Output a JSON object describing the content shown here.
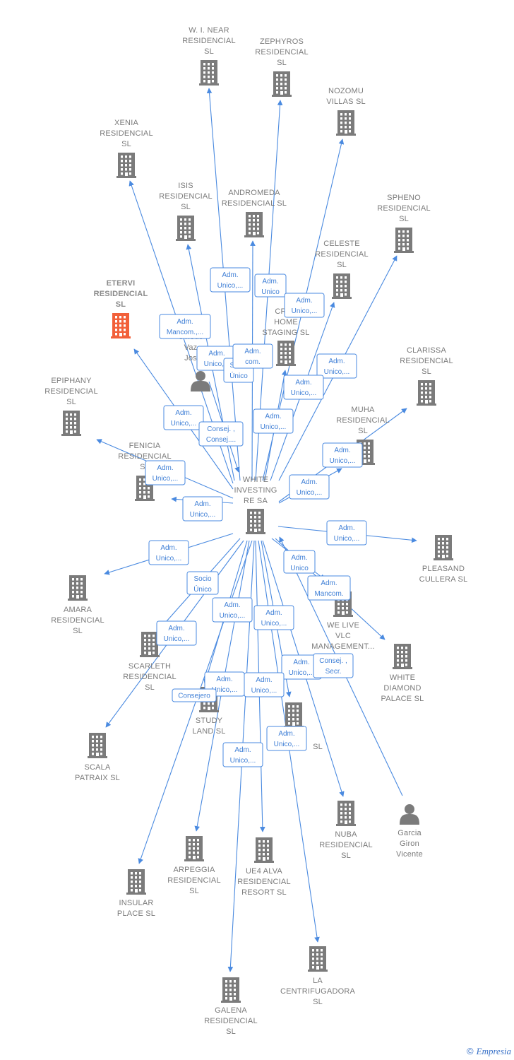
{
  "colors": {
    "edge": "#4a8ae0",
    "building": "#7b7b7b",
    "highlight": "#f2603a",
    "person": "#7b7b7b"
  },
  "center": {
    "id": "white",
    "label": [
      "WHITE",
      "INVESTING",
      "RE SA"
    ]
  },
  "nodes": [
    {
      "id": "near",
      "type": "company",
      "label": [
        "W.  I. NEAR",
        "RESIDENCIAL",
        "SL"
      ]
    },
    {
      "id": "zephyros",
      "type": "company",
      "label": [
        "ZEPHYROS",
        "RESIDENCIAL",
        "SL"
      ]
    },
    {
      "id": "nozomu",
      "type": "company",
      "label": [
        "NOZOMU",
        "VILLAS  SL"
      ]
    },
    {
      "id": "xenia",
      "type": "company",
      "label": [
        "XENIA",
        "RESIDENCIAL",
        "SL"
      ]
    },
    {
      "id": "isis",
      "type": "company",
      "label": [
        "ISIS",
        "RESIDENCIAL",
        "SL"
      ]
    },
    {
      "id": "andromeda",
      "type": "company",
      "label": [
        "ANDROMEDA",
        "RESIDENCIAL SL"
      ]
    },
    {
      "id": "spheno",
      "type": "company",
      "label": [
        "SPHENO",
        "RESIDENCIAL",
        "SL"
      ]
    },
    {
      "id": "celeste",
      "type": "company",
      "label": [
        "CELESTE",
        "RESIDENCIAL",
        "SL"
      ]
    },
    {
      "id": "etervi",
      "type": "company",
      "highlight": true,
      "label": [
        "ETERVI",
        "RESIDENCIAL",
        "SL"
      ]
    },
    {
      "id": "creahome",
      "type": "company",
      "label": [
        "CREA",
        "HOME",
        "STAGING  SL"
      ]
    },
    {
      "id": "oviedo",
      "type": "person",
      "label": [
        "Oviedo",
        "Vaz",
        "Jos"
      ]
    },
    {
      "id": "clarissa",
      "type": "company",
      "label": [
        "CLARISSA",
        "RESIDENCIAL",
        "SL"
      ]
    },
    {
      "id": "epiphany",
      "type": "company",
      "label": [
        "EPIPHANY",
        "RESIDENCIAL",
        "SL"
      ]
    },
    {
      "id": "muha",
      "type": "company",
      "label": [
        "MUHA",
        "RESIDENCIAL",
        "SL"
      ]
    },
    {
      "id": "fenicia",
      "type": "company",
      "label": [
        "FENICIA",
        "RESIDENCIAL",
        "SL"
      ]
    },
    {
      "id": "pleasand",
      "type": "company",
      "label": [
        "PLEASAND",
        "CULLERA  SL"
      ]
    },
    {
      "id": "amara",
      "type": "company",
      "label": [
        "AMARA",
        "RESIDENCIAL",
        "SL"
      ]
    },
    {
      "id": "welive",
      "type": "company",
      "label": [
        "WE LIVE",
        "VLC",
        "MANAGEMENT..."
      ]
    },
    {
      "id": "scarleth",
      "type": "company",
      "label": [
        "SCARLETH",
        "RESIDENCIAL",
        "SL"
      ]
    },
    {
      "id": "whitediamond",
      "type": "company",
      "label": [
        "WHITE",
        "DIAMOND",
        "PALACE  SL"
      ]
    },
    {
      "id": "studyland",
      "type": "company",
      "label": [
        "STUDY",
        "LAND  SL"
      ]
    },
    {
      "id": "sl1",
      "type": "company",
      "label": [
        "SL"
      ]
    },
    {
      "id": "scala",
      "type": "company",
      "label": [
        "SCALA",
        "PATRAIX  SL"
      ]
    },
    {
      "id": "nuba",
      "type": "company",
      "label": [
        "NUBA",
        "RESIDENCIAL",
        "SL"
      ]
    },
    {
      "id": "garcia",
      "type": "person",
      "label": [
        "Garcia",
        "Giron",
        "Vicente"
      ]
    },
    {
      "id": "arpeggia",
      "type": "company",
      "label": [
        "ARPEGGIA",
        "RESIDENCIAL",
        "SL"
      ]
    },
    {
      "id": "ue4",
      "type": "company",
      "label": [
        "UE4 ALVA",
        "RESIDENCIAL",
        "RESORT  SL"
      ]
    },
    {
      "id": "insular",
      "type": "company",
      "label": [
        "INSULAR",
        "PLACE  SL"
      ]
    },
    {
      "id": "centrifugadora",
      "type": "company",
      "label": [
        "LA",
        "CENTRIFUGADORA",
        "SL"
      ]
    },
    {
      "id": "galena",
      "type": "company",
      "label": [
        "GALENA",
        "RESIDENCIAL",
        "SL"
      ]
    }
  ],
  "edges": [
    {
      "to": "near"
    },
    {
      "to": "zephyros"
    },
    {
      "to": "nozomu"
    },
    {
      "to": "xenia"
    },
    {
      "to": "isis"
    },
    {
      "to": "andromeda"
    },
    {
      "to": "spheno"
    },
    {
      "to": "celeste"
    },
    {
      "to": "etervi"
    },
    {
      "to": "creahome"
    },
    {
      "to": "clarissa"
    },
    {
      "to": "epiphany"
    },
    {
      "to": "muha"
    },
    {
      "to": "fenicia"
    },
    {
      "to": "pleasand"
    },
    {
      "to": "amara"
    },
    {
      "to": "welive"
    },
    {
      "to": "scarleth"
    },
    {
      "to": "whitediamond"
    },
    {
      "to": "studyland"
    },
    {
      "to": "sl1"
    },
    {
      "to": "scala"
    },
    {
      "to": "nuba"
    },
    {
      "to": "arpeggia"
    },
    {
      "to": "ue4"
    },
    {
      "to": "insular"
    },
    {
      "to": "centrifugadora"
    },
    {
      "to": "galena"
    },
    {
      "from": "oviedo"
    },
    {
      "from": "garcia"
    }
  ],
  "relation_labels": [
    {
      "text": [
        "Adm.",
        "Unico,..."
      ]
    },
    {
      "text": [
        "Adm.",
        "Unico"
      ]
    },
    {
      "text": [
        "Adm.",
        "Unico,..."
      ]
    },
    {
      "text": [
        "Adm.",
        "Mancom.,..."
      ]
    },
    {
      "text": [
        "Adm.",
        "Unico,..."
      ]
    },
    {
      "text": [
        "Adm.",
        "Unico,..."
      ]
    },
    {
      "text": [
        "Adm.",
        "Unico,..."
      ]
    },
    {
      "text": [
        "Adm.",
        "Unico,..."
      ]
    },
    {
      "text": [
        "Adm.",
        "Unico,..."
      ]
    },
    {
      "text": [
        "Consej. ,",
        "Consej...."
      ]
    },
    {
      "text": [
        "Adm.",
        "Unico,..."
      ]
    },
    {
      "text": [
        "Adm.",
        "Unico,..."
      ]
    },
    {
      "text": [
        "Adm.",
        "Unico,..."
      ]
    },
    {
      "text": [
        "Adm.",
        "Unico,..."
      ]
    },
    {
      "text": [
        "Adm.",
        "Unico,..."
      ]
    },
    {
      "text": [
        "Adm.",
        "Unico,..."
      ]
    },
    {
      "text": [
        "Adm.",
        "Unico"
      ]
    },
    {
      "text": [
        "Adm.",
        "Mancom."
      ]
    },
    {
      "text": [
        "Socio",
        "Único"
      ]
    },
    {
      "text": [
        "Adm.",
        "Unico,..."
      ]
    },
    {
      "text": [
        "Adm.",
        "Unico,..."
      ]
    },
    {
      "text": [
        "Adm.",
        "Unico,..."
      ]
    },
    {
      "text": [
        "Adm.",
        "Unico,..."
      ]
    },
    {
      "text": [
        "Consej. ,",
        "Secr."
      ]
    },
    {
      "text": [
        "Adm.",
        "Unico,..."
      ]
    },
    {
      "text": [
        "Adm.",
        "Unico,..."
      ]
    },
    {
      "text": [
        "Consejero"
      ]
    },
    {
      "text": [
        "Adm.",
        "Unico,..."
      ]
    },
    {
      "text": [
        "Adm.",
        "Unico,..."
      ]
    },
    {
      "text": [
        "Socio",
        "Único"
      ]
    },
    {
      "text": [
        "Adm.",
        "com."
      ]
    }
  ],
  "footer": {
    "copyright": "©",
    "brand": "Empresia"
  }
}
